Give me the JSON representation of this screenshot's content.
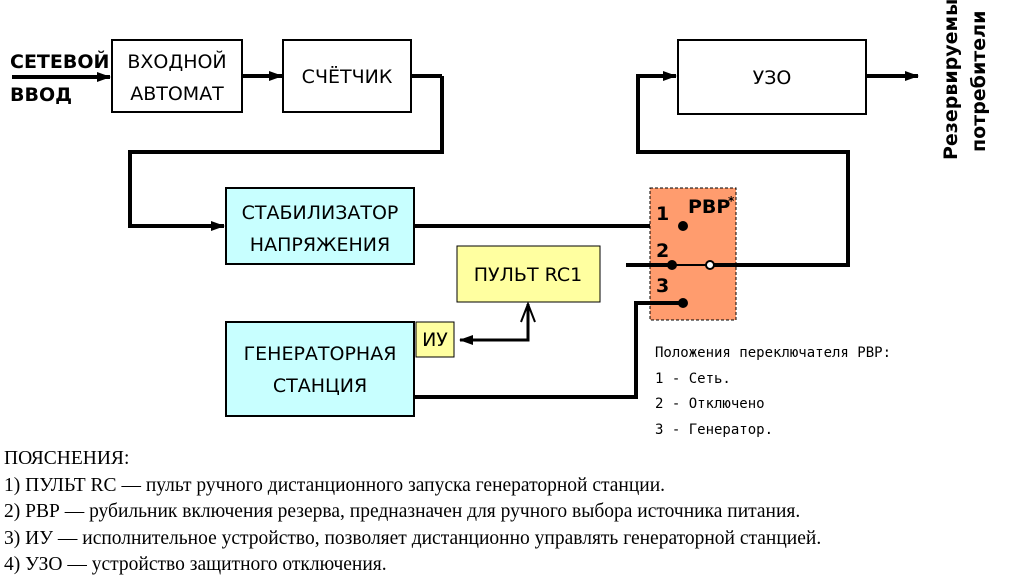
{
  "colors": {
    "line": "#000000",
    "stabilizer_fill": "#c8ffff",
    "generator_fill": "#c8ffff",
    "remote_fill": "#ffffa0",
    "iu_fill": "#ffffa0",
    "switch_fill": "#ff9c6e"
  },
  "input": {
    "line1": "СЕТЕВОЙ",
    "line2": "ВВОД"
  },
  "blocks": {
    "breaker": {
      "line1": "ВХОДНОЙ",
      "line2": "АВТОМАТ"
    },
    "meter": "СЧЁТЧИК",
    "rcd": "УЗО",
    "stabilizer": {
      "line1": "СТАБИЛИЗАТОР",
      "line2": "НАПРЯЖЕНИЯ"
    },
    "remote": "ПУЛЬТ RC1",
    "generator": {
      "line1": "ГЕНЕРАТОРНАЯ",
      "line2": "СТАНЦИЯ"
    },
    "iu": "ИУ"
  },
  "switch": {
    "label": "РВР",
    "mark": "*",
    "positions": [
      "1",
      "2",
      "3"
    ]
  },
  "output": {
    "line1": "Резервируемые",
    "line2": "потребители"
  },
  "legend": {
    "title": "Положения переключателя РВР:",
    "items": [
      "1 - Сеть.",
      "2 - Отключено",
      "3 - Генератор."
    ]
  },
  "notes": {
    "title": "ПОЯСНЕНИЯ:",
    "items": [
      "1) ПУЛЬТ RC — пульт ручного дистанционного запуска генераторной станции.",
      "2) РВР — рубильник включения резерва, предназначен для ручного выбора источника питания.",
      "3) ИУ — исполнительное устройство, позволяет дистанционно управлять генераторной станцией.",
      "4) УЗО — устройство защитного отключения."
    ]
  }
}
